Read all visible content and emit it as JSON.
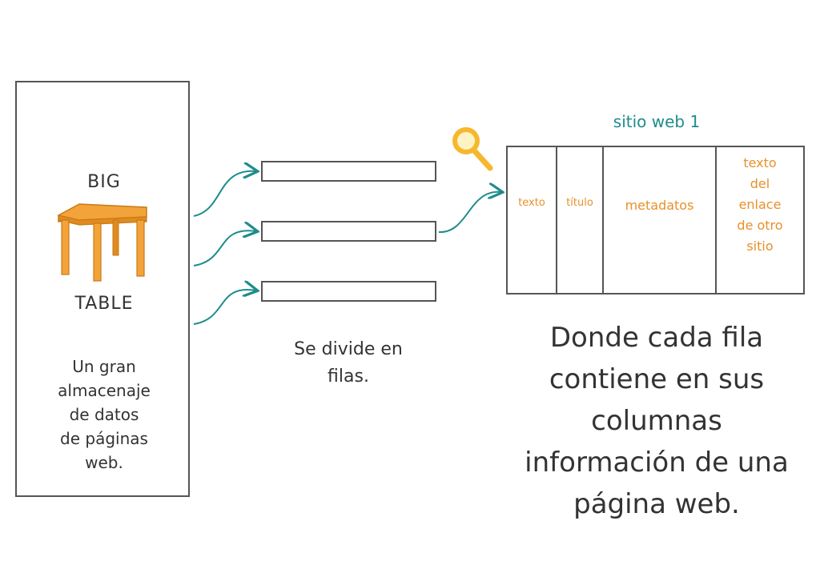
{
  "left_box": {
    "big_label": "BIG",
    "table_label": "TABLE",
    "description_lines": [
      "Un gran",
      "almacenaje",
      "de datos",
      "de páginas",
      "web."
    ]
  },
  "middle": {
    "caption_lines": [
      "Se divide en",
      "filas."
    ]
  },
  "site": {
    "title": "sitio web 1",
    "columns": [
      "texto",
      "título",
      "metadatos"
    ],
    "last_column_lines": [
      "texto",
      "del",
      "enlace",
      "de otro",
      "sitio"
    ]
  },
  "right_caption_lines": [
    "Donde cada fila",
    "contiene en sus",
    "columnas",
    "información de una",
    "página web."
  ],
  "colors": {
    "stroke": "#555555",
    "arrow": "#1f8c8c",
    "accent_orange": "#e8902a",
    "table_wood": "#f2a33a",
    "magnifier": "#f5b82e"
  },
  "icons": [
    "wooden-table-icon",
    "magnifier-icon",
    "curved-arrow-icon"
  ]
}
